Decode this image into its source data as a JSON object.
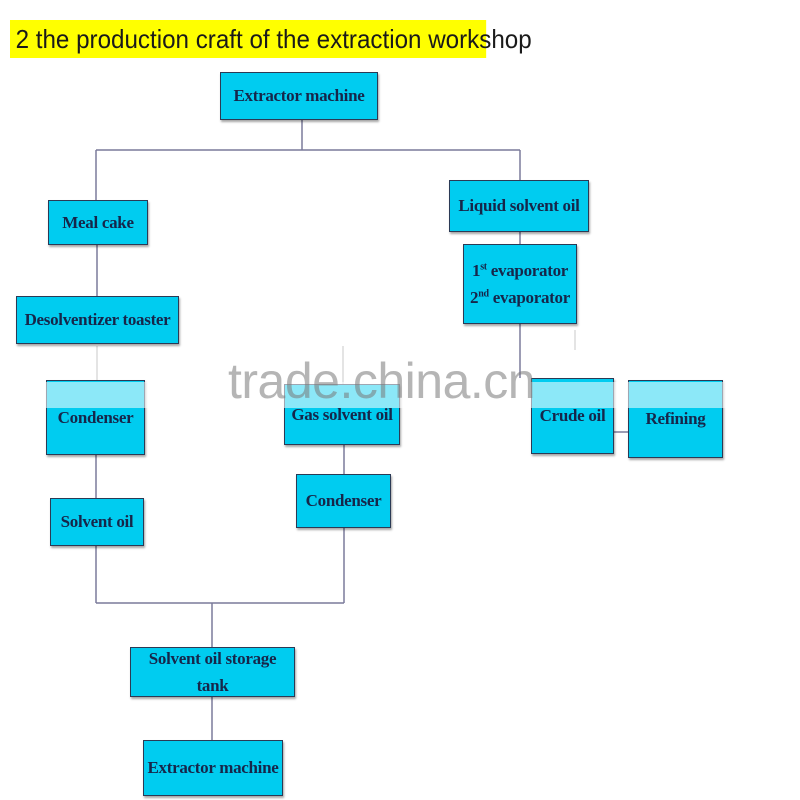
{
  "title": "2 the production craft of the extraction workshop",
  "watermark": "trade.china.cn",
  "nodes": {
    "extractor_top": "Extractor machine",
    "meal_cake": "Meal cake",
    "liquid_solvent_oil": "Liquid solvent oil",
    "evaporator_1_num": "1",
    "evaporator_1_sup": "st",
    "evaporator_1_text": " evaporator",
    "evaporator_2_num": "2",
    "evaporator_2_sup": "nd",
    "evaporator_2_text": " evaporator",
    "desolventizer": "Desolventizer toaster",
    "condenser_left": "Condenser",
    "gas_solvent_oil": "Gas solvent oil",
    "crude_oil": "Crude oil",
    "refining": "Refining",
    "condenser_mid": "Condenser",
    "solvent_oil": "Solvent oil",
    "storage_tank": "Solvent oil storage tank",
    "extractor_bottom": "Extractor machine"
  },
  "colors": {
    "box_fill": "#00ccf0",
    "box_border": "#2b3a55",
    "title_highlight": "#ffff00",
    "connector": "#7a7a9a"
  }
}
